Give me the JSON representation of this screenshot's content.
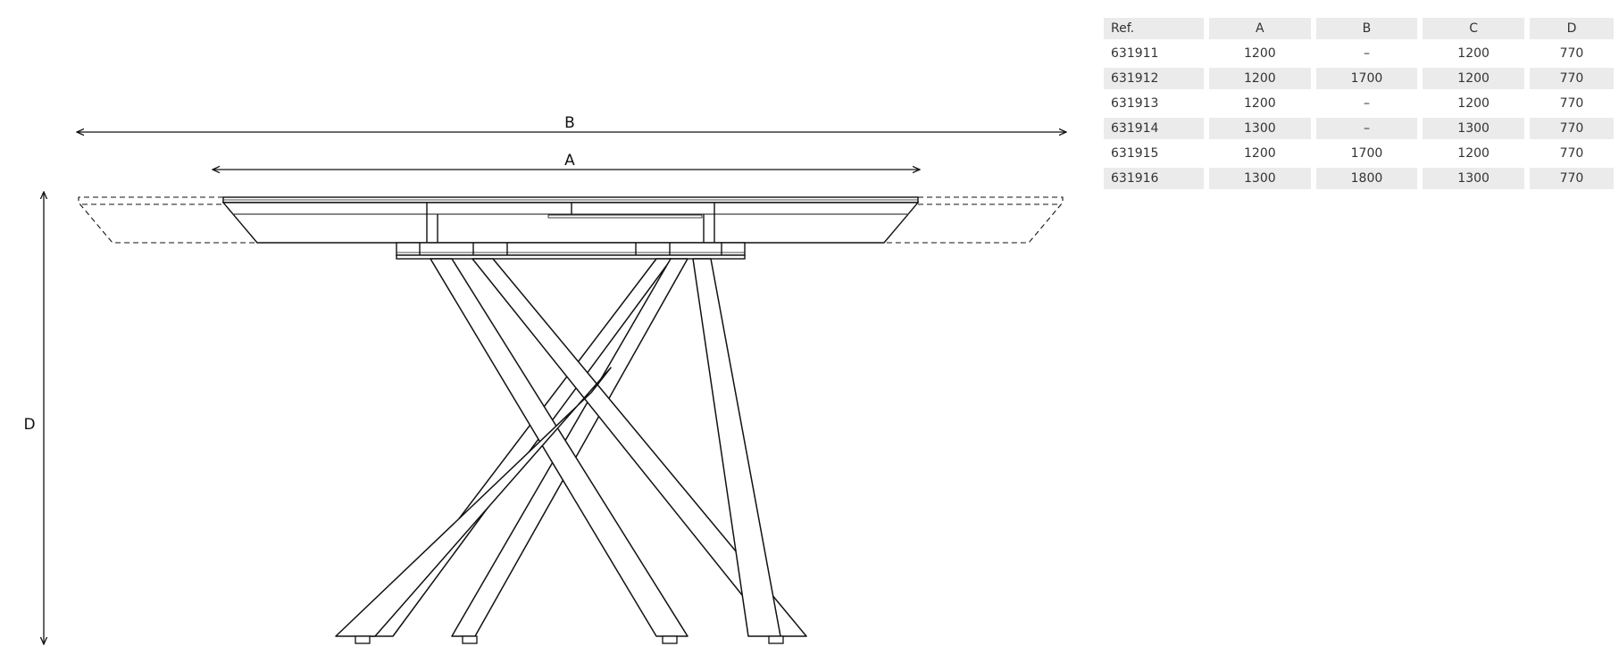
{
  "dimension_labels": {
    "overall_extended": "B",
    "closed_width": "A",
    "height": "D"
  },
  "table": {
    "headers": [
      "Ref.",
      "A",
      "B",
      "C",
      "D"
    ],
    "rows": [
      [
        "631911",
        "1200",
        "–",
        "1200",
        "770"
      ],
      [
        "631912",
        "1200",
        "1700",
        "1200",
        "770"
      ],
      [
        "631913",
        "1200",
        "–",
        "1200",
        "770"
      ],
      [
        "631914",
        "1300",
        "–",
        "1300",
        "770"
      ],
      [
        "631915",
        "1200",
        "1700",
        "1200",
        "770"
      ],
      [
        "631916",
        "1300",
        "1800",
        "1300",
        "770"
      ]
    ]
  },
  "colors": {
    "line": "#111111",
    "row_shade": "#ebebeb"
  }
}
